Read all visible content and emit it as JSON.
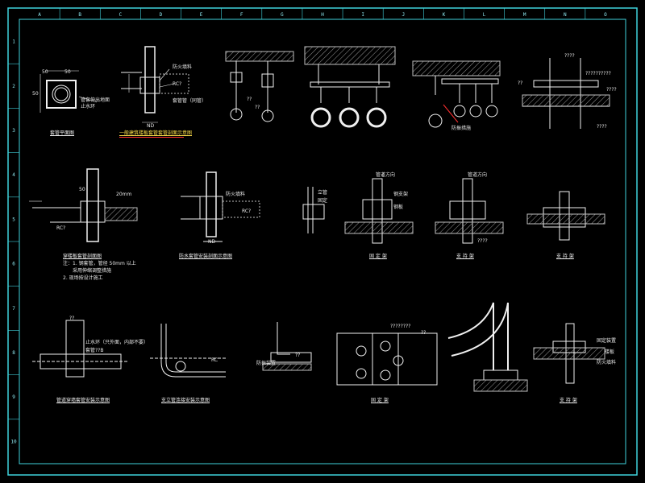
{
  "colors": {
    "background": "#000000",
    "frame": "#3fd2dc",
    "line": "#f0f0f0",
    "accent": "#ff3030",
    "yellow": "#ffe14a",
    "hatch": "#bfbfbf"
  },
  "border": {
    "top_ticks": [
      "A",
      "B",
      "C",
      "D",
      "E",
      "F",
      "G",
      "H",
      "I",
      "J",
      "K",
      "L",
      "M",
      "N",
      "O"
    ],
    "side_ticks": [
      "1",
      "2",
      "3",
      "4",
      "5",
      "6",
      "7",
      "8",
      "9",
      "10"
    ]
  },
  "row1": {
    "plan": {
      "dims": [
        "50",
        "50",
        "50"
      ],
      "notes": [
        "管套伸出地面",
        "止水环"
      ],
      "caption": "套管平面图"
    },
    "wall_section": {
      "labels": [
        "防火填料",
        "RC?",
        "套管管（同管）",
        "ND"
      ],
      "caption": "一般建筑楼板套管套管剖面示意图"
    },
    "hanger1": {
      "labels": [
        "??",
        "??"
      ]
    },
    "hanger3": {
      "labels": [
        "防振措施"
      ]
    },
    "hanger4": {
      "labels": [
        "????",
        "??????????",
        "??",
        "????",
        "????"
      ]
    }
  },
  "row2": {
    "floor_section": {
      "labels": [
        "50",
        "20mm",
        "RC?"
      ],
      "notes": [
        "注：1. 钢套管，管径 50mm 以上",
        "采用伸缩调整措施",
        "2. 现场按设计施工"
      ],
      "caption": "穿楼板套管剖面图"
    },
    "roof_section": {
      "labels": [
        "防火填料",
        "RC?",
        "ND"
      ],
      "caption": "防水套管安装剖面示意图"
    },
    "fixed_support": {
      "labels": [
        "管道方向",
        "立管",
        "固定",
        "钢支架",
        "钢板"
      ],
      "caption": "固 定 架"
    },
    "guide_support": {
      "labels": [
        "管道方向",
        "????"
      ],
      "caption": "支 持 架"
    },
    "guide_support2": {
      "caption": "支 持 架"
    }
  },
  "row3": {
    "pipe_through": {
      "labels": [
        "止水环（只外面，内部不要）",
        "套管??B",
        "??"
      ],
      "caption": "管道穿墙套管安装示意图"
    },
    "branch": {
      "labels": [
        "RC"
      ],
      "caption": "支立管连接安装示意图"
    },
    "valve": {
      "labels": [
        "??",
        "防振装置"
      ]
    },
    "plate": {
      "labels": [
        "????????",
        "??"
      ],
      "caption": "固 定 架"
    },
    "elbow": {},
    "slab_support": {
      "labels": [
        "固定装置",
        "楼板",
        "防火填料"
      ],
      "caption": "支 持 架"
    }
  }
}
